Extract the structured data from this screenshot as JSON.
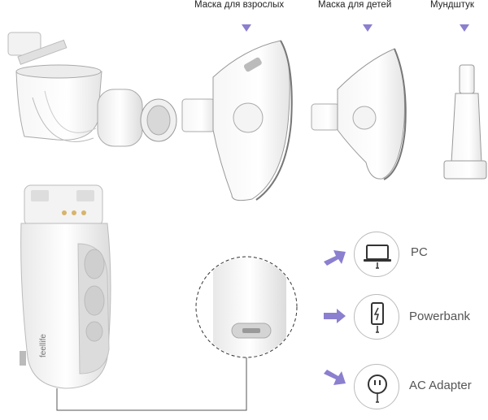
{
  "accessories": {
    "adult_mask": "Маска для взрослых",
    "child_mask": "Маска для детей",
    "mouthpiece": "Мундштук"
  },
  "device": {
    "brand": "feellife"
  },
  "power_options": [
    {
      "label": "PC",
      "icon": "laptop-icon"
    },
    {
      "label": "Powerbank",
      "icon": "phone-battery-icon"
    },
    {
      "label": "AC Adapter",
      "icon": "wall-socket-icon"
    }
  ],
  "colors": {
    "accent": "#8b7fcf",
    "device_white": "#f4f4f4",
    "device_gray": "#d6d6d6"
  }
}
